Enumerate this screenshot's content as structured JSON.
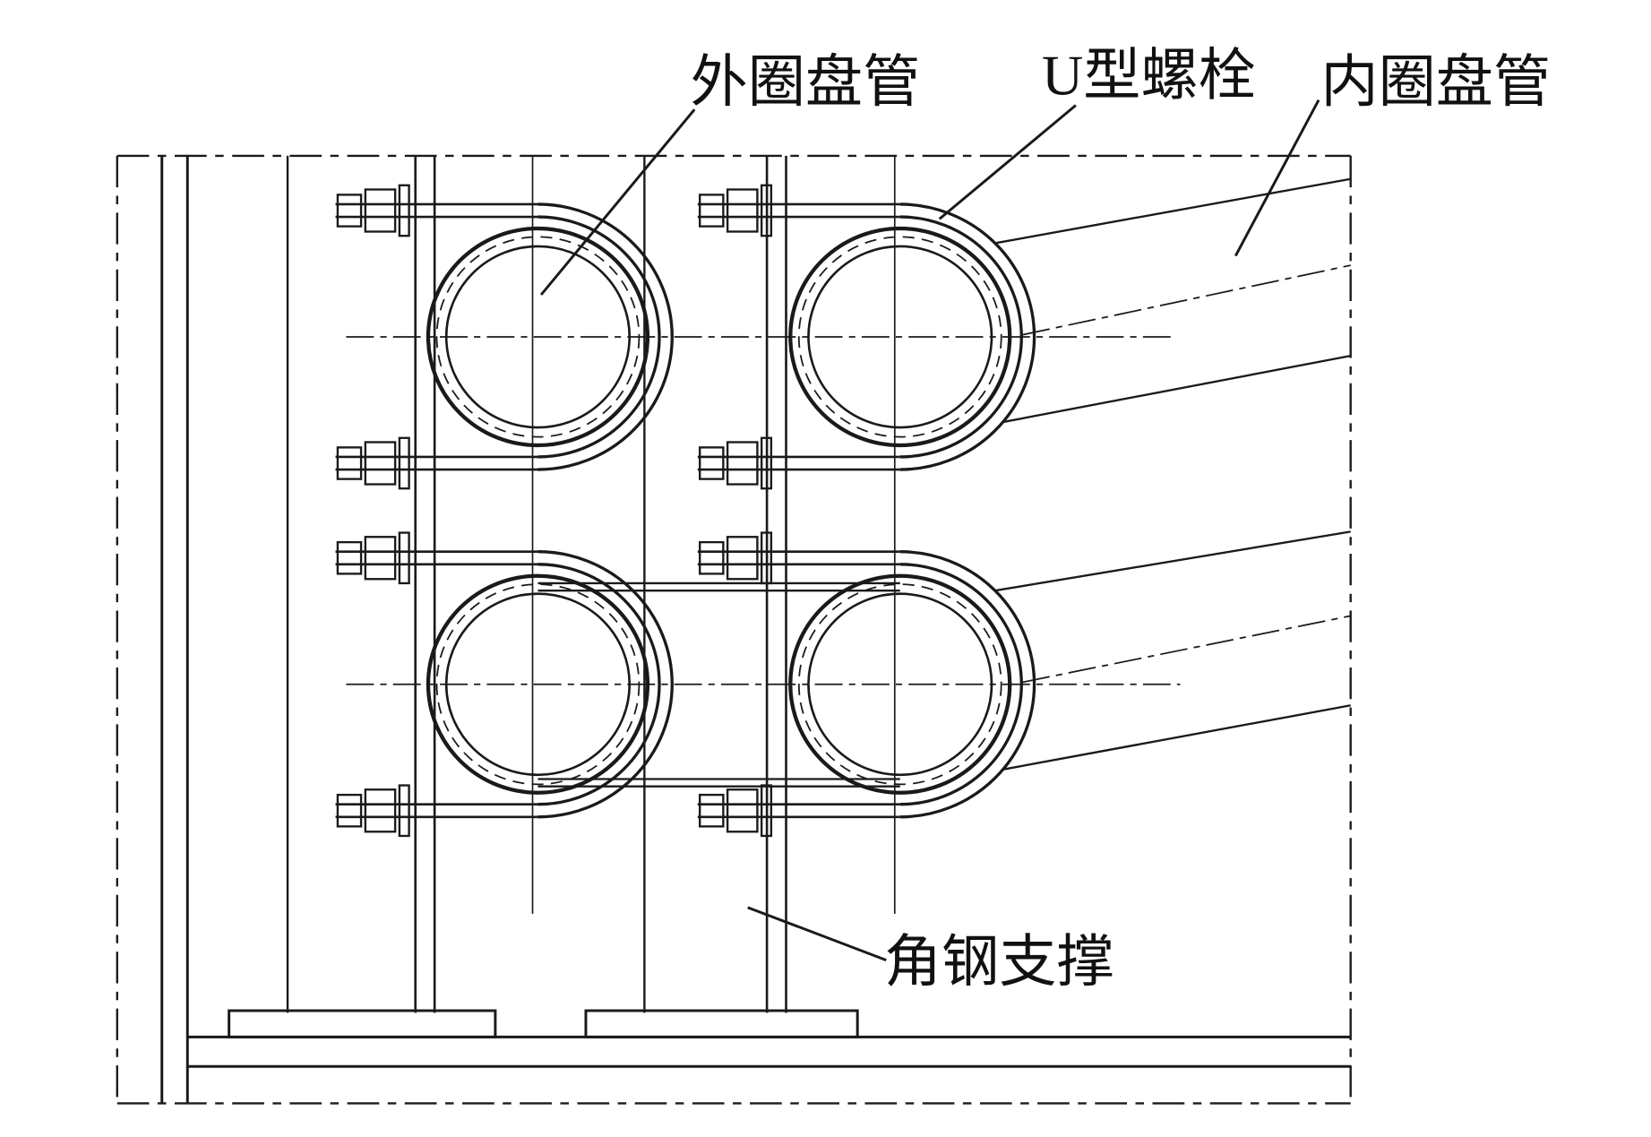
{
  "drawing": {
    "labels": {
      "outer_coil": "外圈盘管",
      "u_bolt": "U型螺栓",
      "inner_coil": "内圈盘管",
      "angle_steel": "角钢支撑"
    },
    "colors": {
      "line": "#1a1a1a",
      "background": "#ffffff"
    }
  }
}
